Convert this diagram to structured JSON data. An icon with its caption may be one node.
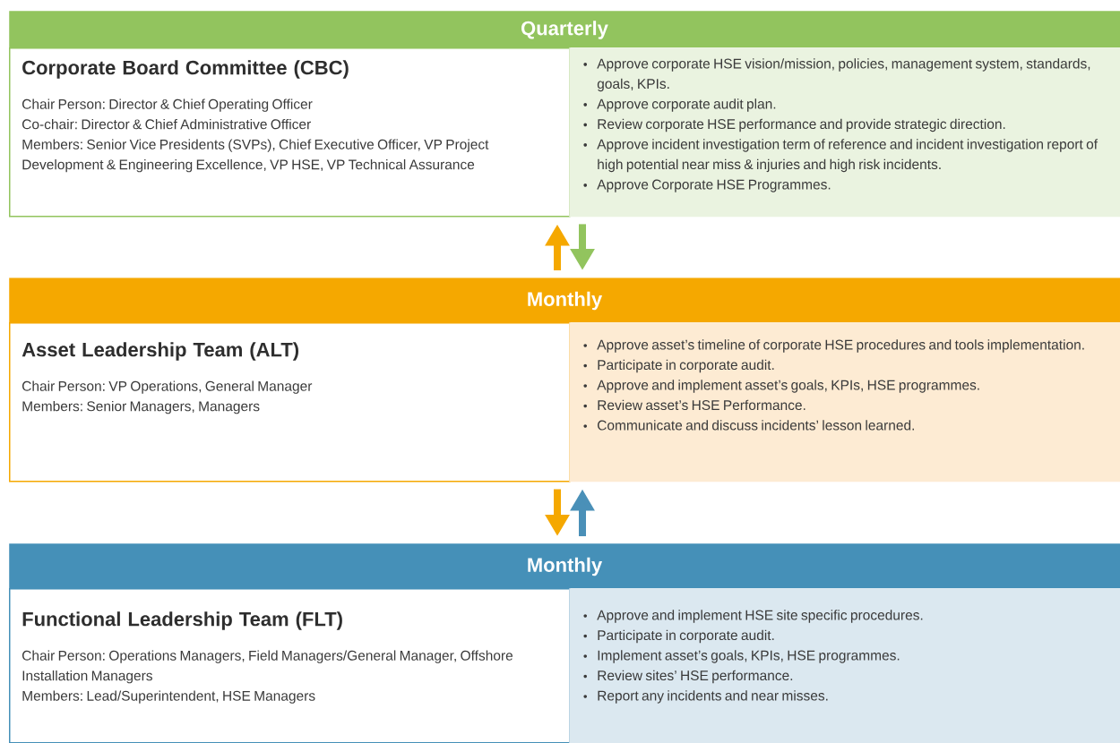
{
  "diagram": {
    "nodes": [
      {
        "text": [
          "Quarterly"
        ]
      },
      {
        "text": [
          "Corporate Board Committee (CBC)",
          "Chair Person: Director & Chief Operating Officer",
          "Co-chair: Director & Chief Administrative Officer",
          "Members: Senior Vice Presidents (SVPs), Chief Executive Officer, VP Project Development & Engineering Excellence, VP HSE, VP Technical Assurance"
        ]
      },
      {
        "text": [
          "Approve corporate HSE vision/mission, policies, management system, standards, goals, KPIs.",
          "Approve corporate audit plan.",
          "Review corporate HSE performance and provide strategic direction.",
          "Approve incident investigation term of reference and incident investigation report of high potential near miss & injuries and high risk incidents.",
          "Approve Corporate HSE Programmes."
        ]
      },
      {
        "text": [
          "Monthly"
        ]
      },
      {
        "text": [
          "Asset Leadership Team (ALT)",
          "Chair Person: VP Operations, General Manager",
          "Members: Senior Managers, Managers"
        ]
      },
      {
        "text": [
          "Approve asset’s timeline of corporate HSE procedures and tools implementation.",
          "Participate in corporate audit.",
          "Approve and implement asset’s goals, KPIs, HSE programmes.",
          "Review asset’s HSE Performance.",
          "Communicate and discuss incidents’ lesson learned."
        ]
      },
      {
        "text": [
          "Monthly"
        ]
      },
      {
        "text": [
          "Functional Leadership Team (FLT)",
          "Chair Person: Operations Managers, Field Managers/General Manager, Offshore Installation Managers",
          "Members: Lead/Superintendent, HSE Managers"
        ]
      },
      {
        "text": [
          "Approve and implement HSE site specific procedures.",
          "Participate in corporate audit.",
          "Implement asset’s goals, KPIs, HSE programmes.",
          "Review sites’ HSE performance.",
          "Report any incidents and near misses."
        ]
      }
    ],
    "edges": [
      {
        "from": 3,
        "to": 1,
        "arrow": "to",
        "color": "#f5a800"
      },
      {
        "from": 2,
        "to": 3,
        "arrow": "to",
        "color": "#92c45e"
      },
      {
        "from": 4,
        "to": 6,
        "arrow": "to",
        "color": "#f5a800"
      },
      {
        "from": 6,
        "to": 5,
        "arrow": "to",
        "color": "#4a90b8"
      }
    ]
  }
}
